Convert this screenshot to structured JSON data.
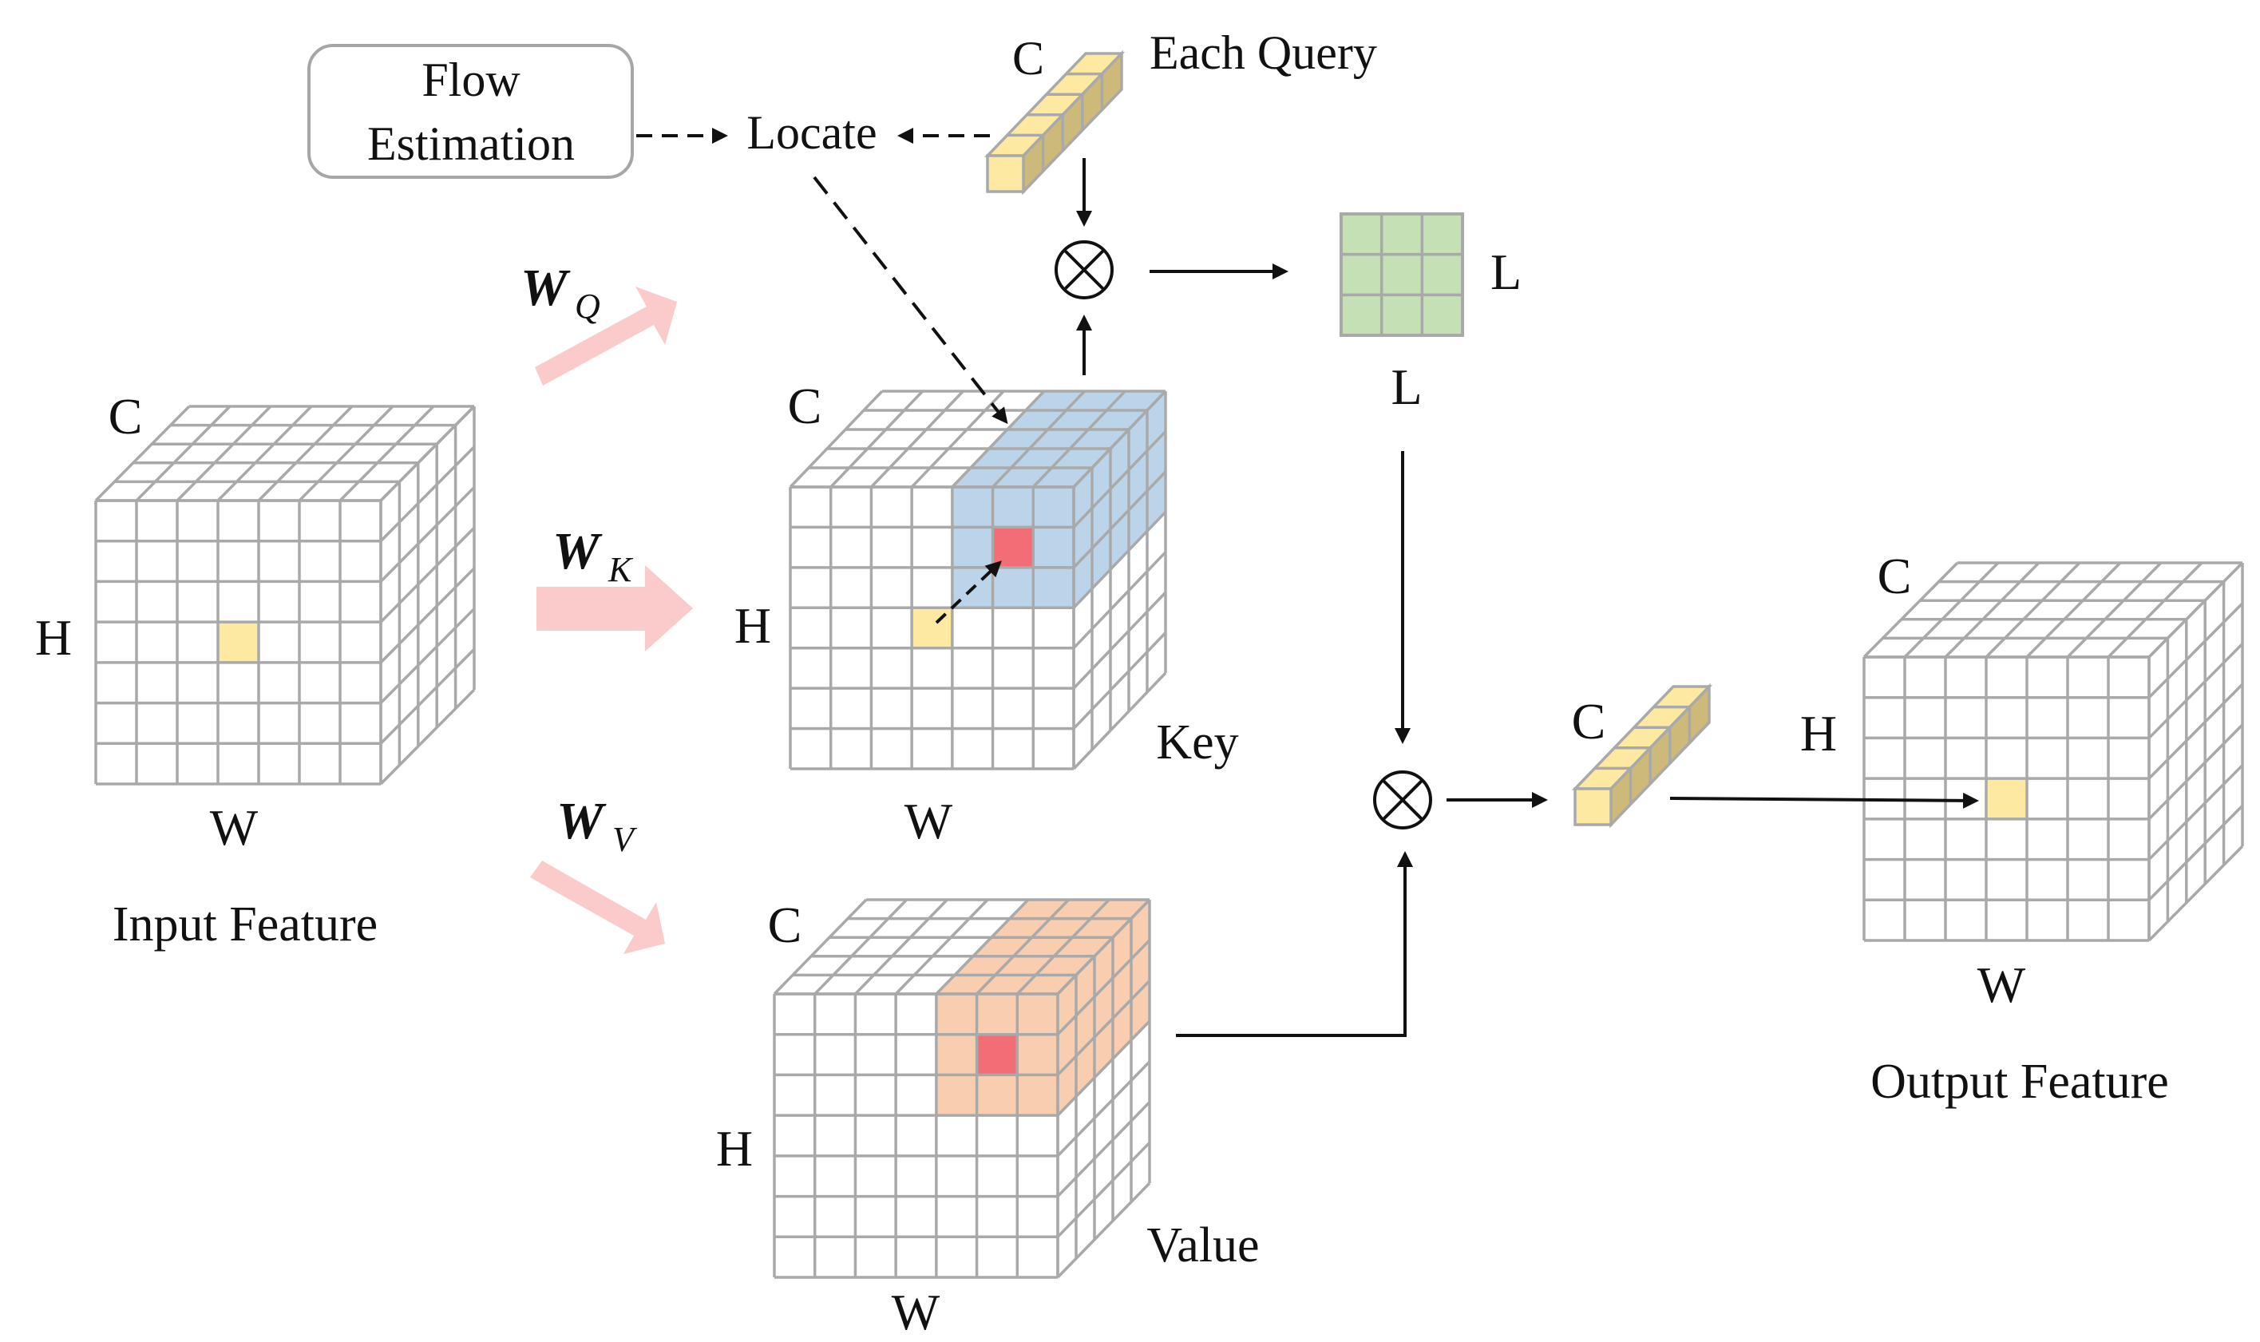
{
  "labels": {
    "flow_estimation_line1": "Flow",
    "flow_estimation_line2": "Estimation",
    "locate": "Locate",
    "each_query": "Each Query",
    "query_c": "C",
    "l_side": "L",
    "l_bottom": "L",
    "wq_main": "W",
    "wq_sub": "Q",
    "wk_main": "W",
    "wk_sub": "K",
    "wv_main": "W",
    "wv_sub": "V",
    "input_c": "C",
    "input_h": "H",
    "input_w": "W",
    "input_caption": "Input Feature",
    "key_c": "C",
    "key_h": "H",
    "key_w": "W",
    "key_caption": "Key",
    "value_c": "C",
    "value_h": "H",
    "value_w": "W",
    "value_caption": "Value",
    "out_vec_c": "C",
    "output_c": "C",
    "output_h": "H",
    "output_w": "W",
    "output_caption": "Output Feature"
  },
  "colors": {
    "grid_stroke": "#a9a9a9",
    "query_cell": "#fde9a2",
    "query_cell_side": "#cdb97a",
    "key_region": "#bcd4ea",
    "value_region": "#f8cdb0",
    "highlight_red": "#f26d75",
    "l_matrix": "#c5e0b4",
    "projection_arrow": "#fbcaca",
    "flow_box_stroke": "#a6a6a6"
  }
}
